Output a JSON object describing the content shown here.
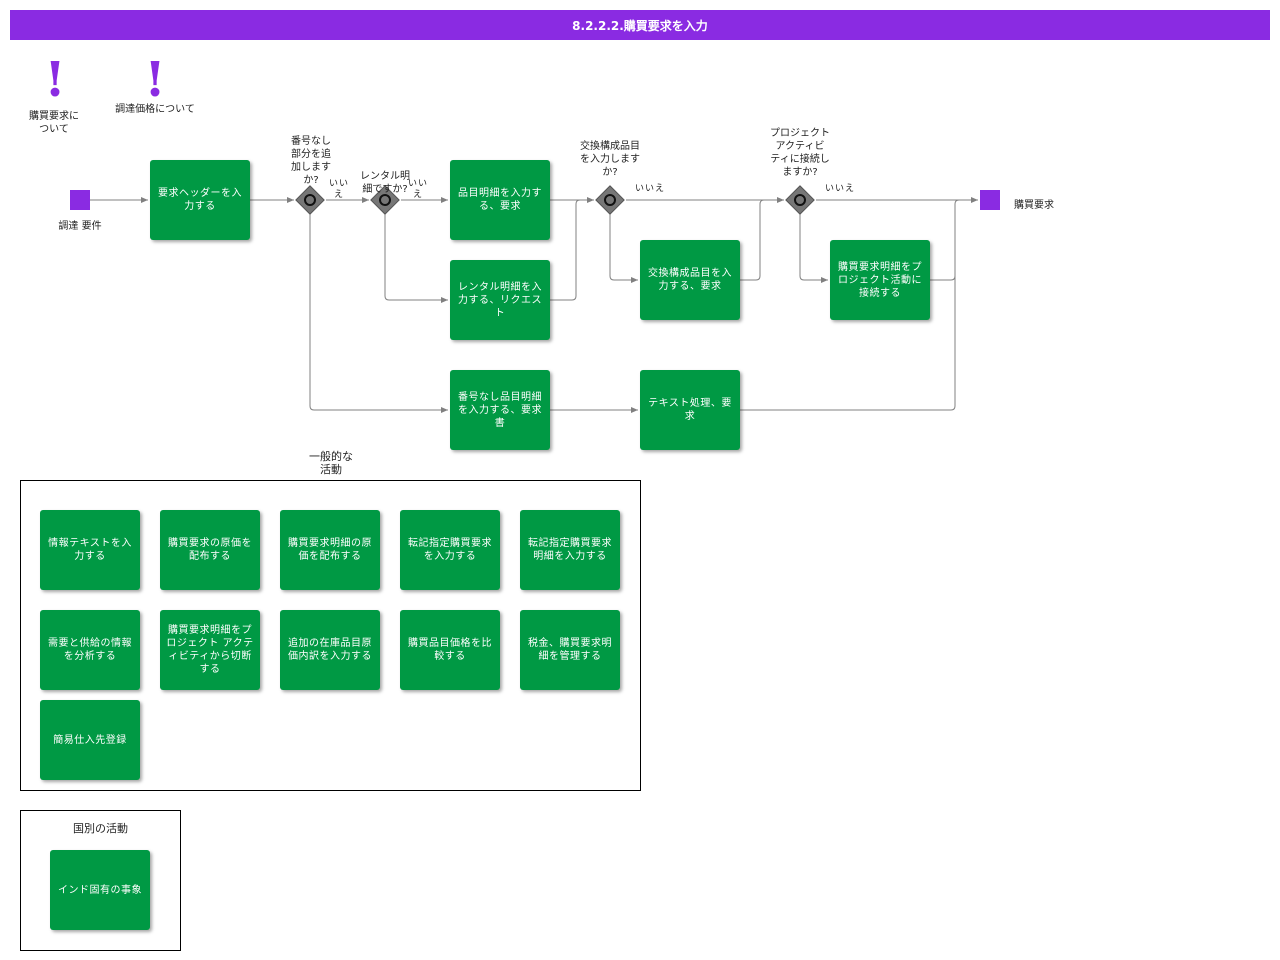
{
  "title": "8.2.2.2.購買要求を入力",
  "notes": [
    {
      "label": "購買要求に\nついて"
    },
    {
      "label": "調達価格について"
    }
  ],
  "events": {
    "start_label": "調達 要件",
    "end_label": "購買要求"
  },
  "tasks": {
    "enter_header": "要求ヘッダーを入力する",
    "enter_item_line": "品目明細を入力する、要求",
    "enter_rental_line": "レンタル明細を入力する、リクエスト",
    "enter_non_numbered_line": "番号なし品目明細を入力する、要求書",
    "enter_replacement_component": "交換構成品目を入力する、要求",
    "connect_project_activity": "購買要求明細をプロジェクト活動に接続する",
    "text_processing": "テキスト処理、要求"
  },
  "gateways": {
    "g1_question": "番号なし\n部分を追\n加します\nか?",
    "g2_question": "レンタル明\n細ですか?",
    "g3_question": "交換構成品目\nを入力します\nか?",
    "g4_question": "プロジェクト\nアクティビ\nティに接続し\nますか?"
  },
  "edge_labels": {
    "g1_no": "いい\nえ",
    "g2_no": "いい\nえ",
    "g3_no": "いいえ",
    "g4_no": "いいえ"
  },
  "general_activities": {
    "label": "一般的な\n活動",
    "items": [
      "情報テキストを入力する",
      "購買要求の原価を配布する",
      "購買要求明細の原価を配布する",
      "転記指定購買要求を入力する",
      "転記指定購買要求明細を入力する",
      "需要と供給の情報を分析する",
      "購買要求明細をプロジェクト アクティビティから切断する",
      "追加の在庫品目原価内訳を入力する",
      "購買品目価格を比較する",
      "税金、購買要求明細を管理する",
      "簡易仕入先登録"
    ]
  },
  "country_activities": {
    "label": "国別の活動",
    "items": [
      "インド固有の事象"
    ]
  },
  "colors": {
    "header_purple": "#8a2be2",
    "task_green": "#009944",
    "gateway_gray": "#777777",
    "flow_gray": "#808080"
  }
}
